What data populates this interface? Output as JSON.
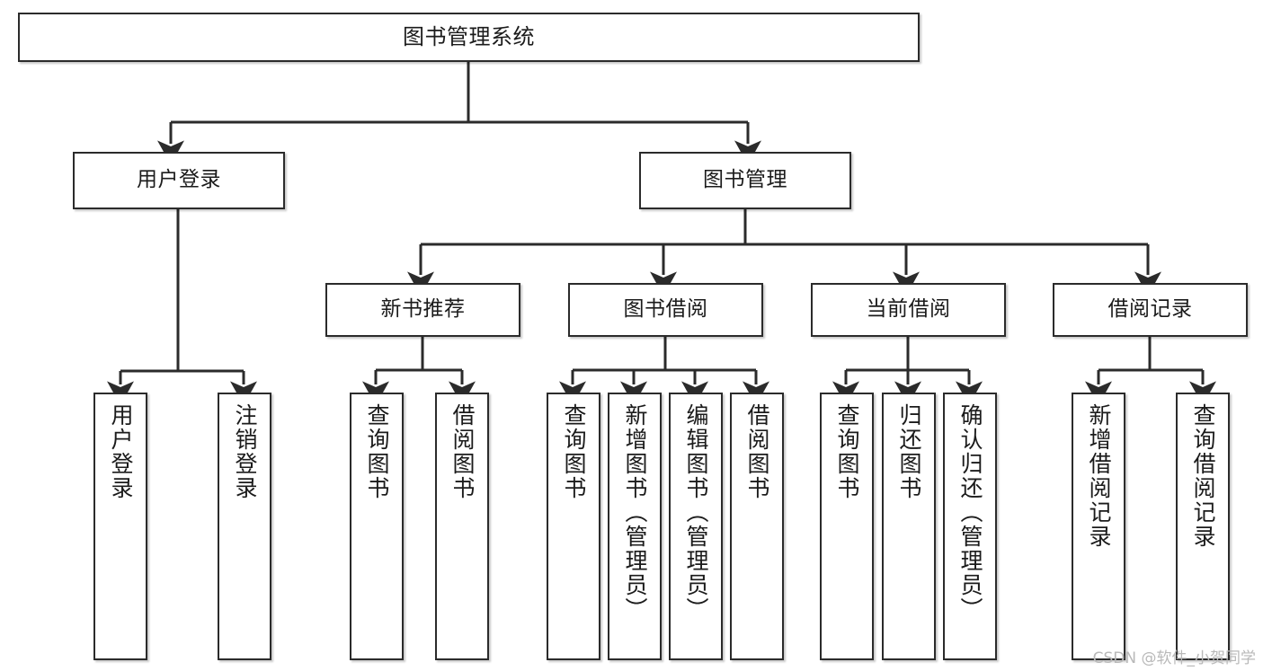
{
  "diagram": {
    "type": "tree",
    "title": "图书管理系统",
    "watermark": "CSDN @软件_小贺同学",
    "colors": {
      "node_border": "#2b2b2b",
      "node_fill": "#ffffff",
      "edge": "#2b2b2b",
      "watermark": "#b9b9b9"
    },
    "nodes": {
      "root": {
        "label": "图书管理系统"
      },
      "level2": [
        {
          "label": "用户登录"
        },
        {
          "label": "图书管理"
        }
      ],
      "level3": [
        {
          "label": "新书推荐"
        },
        {
          "label": "图书借阅"
        },
        {
          "label": "当前借阅"
        },
        {
          "label": "借阅记录"
        }
      ],
      "leaves": {
        "user_login": [
          {
            "label": "用户登录"
          },
          {
            "label": "注销登录"
          }
        ],
        "new_book_recommend": [
          {
            "label": "查询图书"
          },
          {
            "label": "借阅图书"
          }
        ],
        "book_borrow": [
          {
            "label": "查询图书"
          },
          {
            "label": "新增图书（管理员）"
          },
          {
            "label": "编辑图书（管理员）"
          },
          {
            "label": "借阅图书"
          }
        ],
        "current_borrow": [
          {
            "label": "查询图书"
          },
          {
            "label": "归还图书"
          },
          {
            "label": "确认归还（管理员）"
          }
        ],
        "borrow_record": [
          {
            "label": "新增借阅记录"
          },
          {
            "label": "查询借阅记录"
          }
        ]
      }
    }
  }
}
